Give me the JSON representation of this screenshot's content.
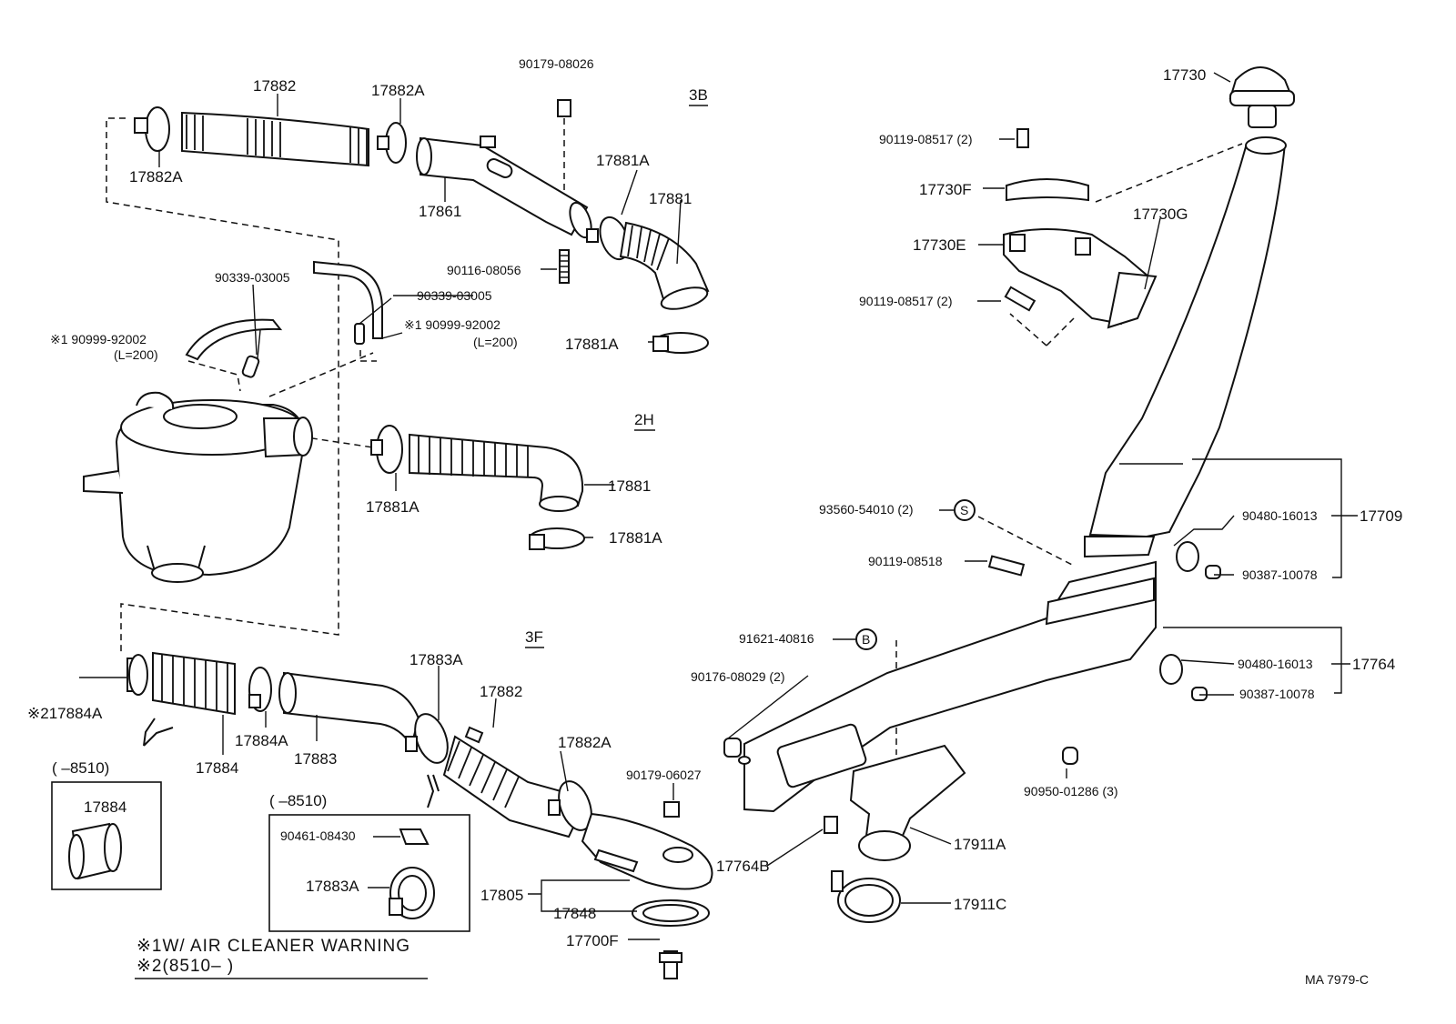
{
  "sections": {
    "sec_3b": "3B",
    "sec_2h": "2H",
    "sec_3f": "3F"
  },
  "labels": {
    "p17882_top": "17882",
    "p17882a_top_r": "17882A",
    "p17882a_top_l": "17882A",
    "p90179_08026": "90179-08026",
    "p17861": "17861",
    "p17881a_top": "17881A",
    "p17881_top": "17881",
    "p90116_08056": "90116-08056",
    "p17881a_clamp_top": "17881A",
    "p90339_03005_l": "90339-03005",
    "p90339_03005_r": "90339-03005",
    "p90999_l": "※1 90999-92002",
    "p90999_l_len": "(L=200)",
    "p90999_r": "※1 90999-92002",
    "p90999_r_len": "(L=200)",
    "p17881_mid": "17881",
    "p17881a_mid_l": "17881A",
    "p17881a_mid_r": "17881A",
    "p17884a_l": "※217884A",
    "p17884": "17884",
    "p17884a_r": "17884A",
    "p17883": "17883",
    "p17883a": "17883A",
    "p17882_bot": "17882",
    "p17882a_bot": "17882A",
    "p90179_06027": "90179-06027",
    "p17805": "17805",
    "p17848": "17848",
    "p17700f": "17700F",
    "inset1_range": "(        –8510)",
    "inset1_part": "17884",
    "inset2_range": "(        –8510)",
    "inset2_p90461": "90461-08430",
    "inset2_p17883a": "17883A",
    "p17730": "17730",
    "p90119_08517_top": "90119-08517 (2)",
    "p17730f": "17730F",
    "p17730e": "17730E",
    "p17730g": "17730G",
    "p90119_08517_mid": "90119-08517 (2)",
    "p93560_54010": "93560-54010 (2)",
    "p90119_08518": "90119-08518",
    "p90480_16013_a": "90480-16013",
    "p17709": "17709",
    "p90387_10078_a": "90387-10078",
    "p91621_40816": "91621-40816",
    "p90176_08029": "90176-08029 (2)",
    "p90480_16013_b": "90480-16013",
    "p17764": "17764",
    "p90387_10078_b": "90387-10078",
    "p90950_01286": "90950-01286 (3)",
    "p17764b": "17764B",
    "p17911a": "17911A",
    "p17911c": "17911C",
    "marker_s": "S",
    "marker_b": "B"
  },
  "notes": {
    "note1": "※1W/ AIR CLEANER WARNING",
    "note2": "※2(8510–        )"
  },
  "drawing_code": "MA  7979-C"
}
